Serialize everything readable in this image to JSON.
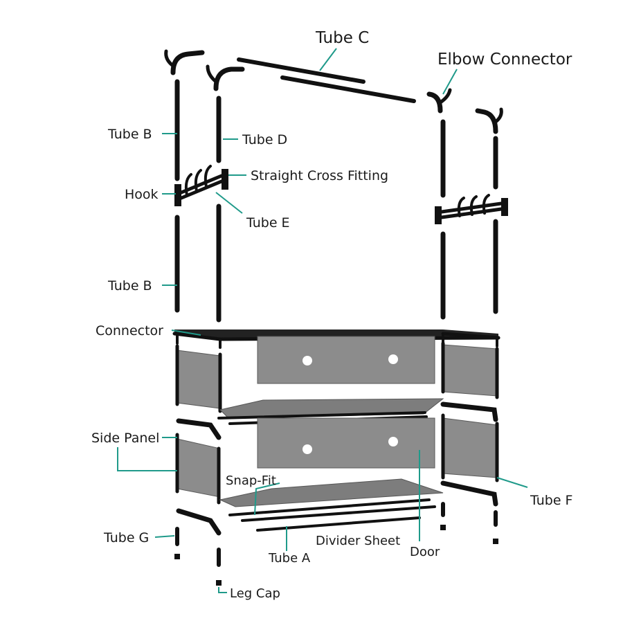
{
  "labels": {
    "tube_c": "Tube C",
    "elbow_connector": "Elbow Connector",
    "tube_b_top": "Tube B",
    "tube_d": "Tube D",
    "straight_cross_fitting": "Straight Cross Fitting",
    "hook": "Hook",
    "tube_e": "Tube E",
    "tube_b_lower": "Tube B",
    "connector": "Connector",
    "side_panel": "Side Panel",
    "snap_fit": "Snap-Fit",
    "tube_f": "Tube F",
    "tube_g": "Tube G",
    "divider_sheet": "Divider Sheet",
    "door": "Door",
    "tube_a": "Tube A",
    "leg_cap": "Leg Cap"
  },
  "colors": {
    "leader": "#1f9a8a",
    "frame": "#111111",
    "fabric": "#8c8c8c"
  }
}
